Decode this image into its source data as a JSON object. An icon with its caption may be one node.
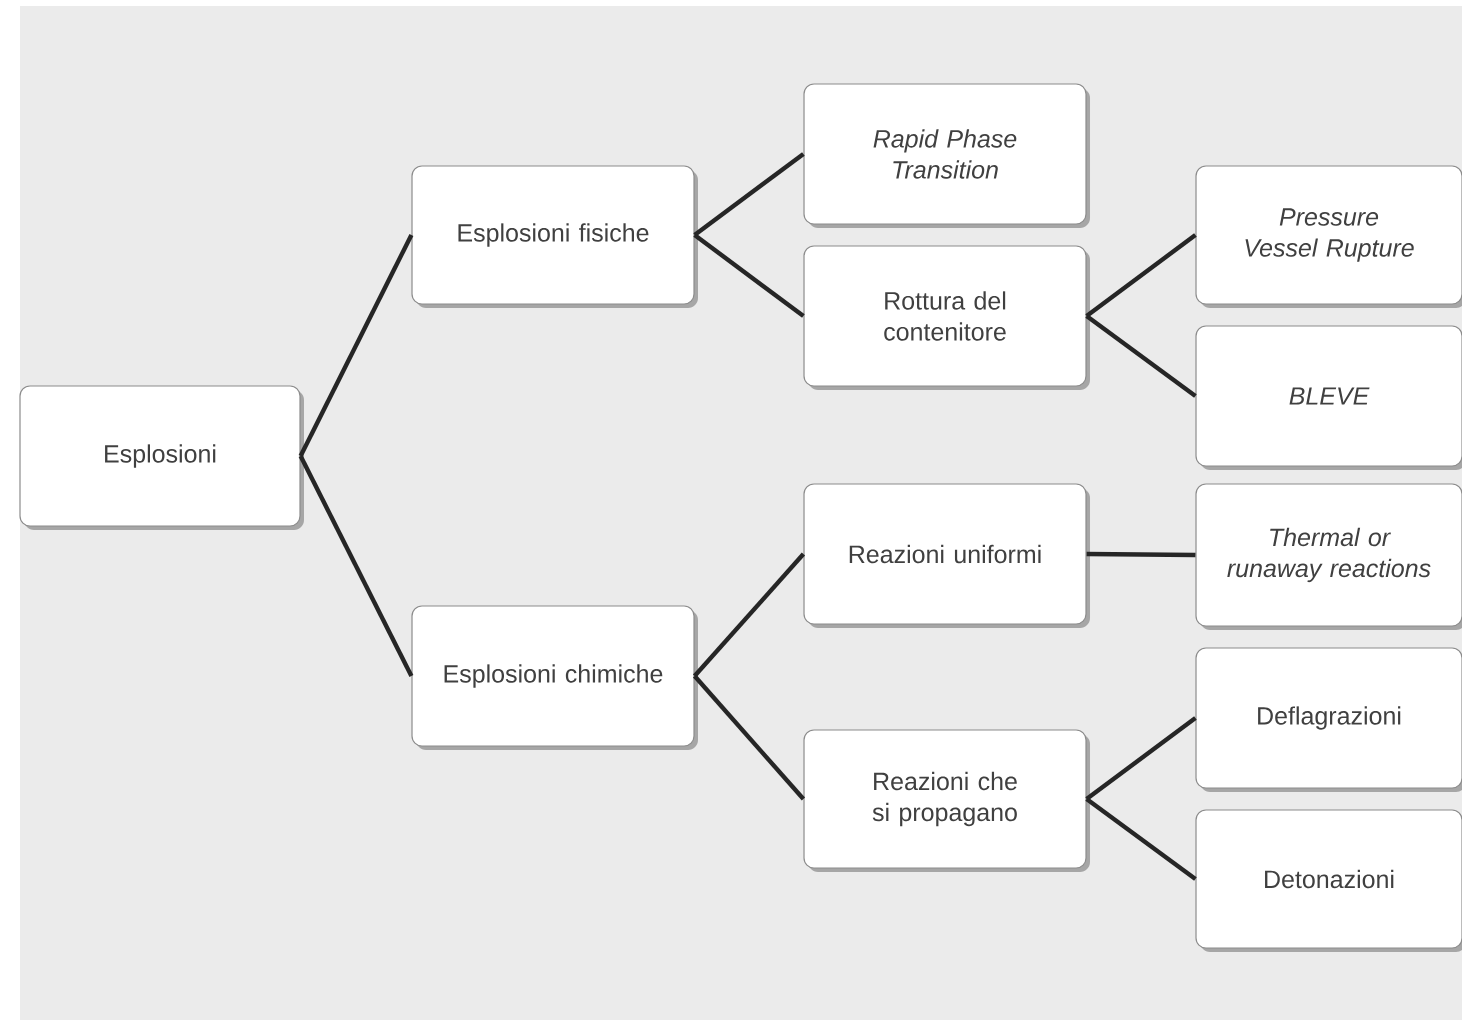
{
  "diagram": {
    "nodes": [
      {
        "text": [
          "Esplosioni"
        ]
      },
      {
        "text": [
          "Esplosioni fisiche"
        ]
      },
      {
        "text": [
          "Esplosioni chimiche"
        ]
      },
      {
        "text": [
          "Rapid Phase Transition"
        ]
      },
      {
        "text": [
          "Rottura del contenitore"
        ]
      },
      {
        "text": [
          "Pressure Vessel Rupture"
        ]
      },
      {
        "text": [
          "BLEVE"
        ]
      },
      {
        "text": [
          "Reazioni uniformi"
        ]
      },
      {
        "text": [
          "Reazioni che si propagano"
        ]
      },
      {
        "text": [
          "Thermal or runaway reactions"
        ]
      },
      {
        "text": [
          "Deflagrazioni"
        ]
      },
      {
        "text": [
          "Detonazioni"
        ]
      }
    ],
    "edges": [
      {
        "from": 0,
        "to": 1,
        "arrow": "none"
      },
      {
        "from": 0,
        "to": 2,
        "arrow": "none"
      },
      {
        "from": 1,
        "to": 3,
        "arrow": "none"
      },
      {
        "from": 1,
        "to": 4,
        "arrow": "none"
      },
      {
        "from": 4,
        "to": 5,
        "arrow": "none"
      },
      {
        "from": 4,
        "to": 6,
        "arrow": "none"
      },
      {
        "from": 2,
        "to": 7,
        "arrow": "none"
      },
      {
        "from": 2,
        "to": 8,
        "arrow": "none"
      },
      {
        "from": 7,
        "to": 9,
        "arrow": "none"
      },
      {
        "from": 8,
        "to": 10,
        "arrow": "none"
      },
      {
        "from": 8,
        "to": 11,
        "arrow": "none"
      }
    ]
  }
}
